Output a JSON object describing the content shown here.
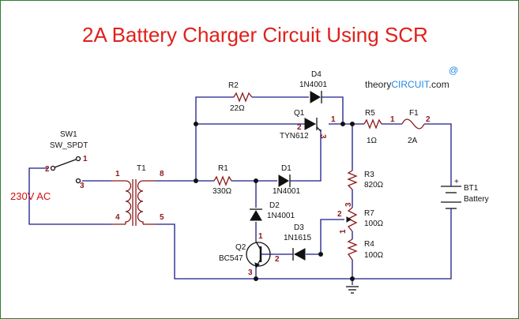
{
  "title": "2A Battery Charger Circuit Using SCR",
  "brand": {
    "prefix": "theory",
    "accent": "CIRCUIT",
    "suffix": ".com",
    "mark": "@"
  },
  "source": "230V AC",
  "components": {
    "sw1": {
      "ref": "SW1",
      "value": "SW_SPDT",
      "pins": [
        "2",
        "1",
        "3"
      ]
    },
    "t1": {
      "ref": "T1",
      "pins": [
        "1",
        "4",
        "8",
        "5"
      ]
    },
    "r1": {
      "ref": "R1",
      "value": "330Ω"
    },
    "r2": {
      "ref": "R2",
      "value": "22Ω"
    },
    "r3": {
      "ref": "R3",
      "value": "820Ω"
    },
    "r4": {
      "ref": "R4",
      "value": "100Ω"
    },
    "r5": {
      "ref": "R5",
      "value": "1Ω"
    },
    "r7": {
      "ref": "R7",
      "value": "100Ω",
      "pins": [
        "2",
        "1",
        "3"
      ]
    },
    "d1": {
      "ref": "D1",
      "value": "1N4001"
    },
    "d2": {
      "ref": "D2",
      "value": "1N4001"
    },
    "d3": {
      "ref": "D3",
      "value": "1N1615"
    },
    "d4": {
      "ref": "D4",
      "value": "1N4001"
    },
    "q1": {
      "ref": "Q1",
      "value": "TYN612",
      "pins": [
        "2",
        "1",
        "3"
      ]
    },
    "q2": {
      "ref": "Q2",
      "value": "BC547",
      "pins": [
        "1",
        "2",
        "3"
      ]
    },
    "f1": {
      "ref": "F1",
      "value": "2A",
      "pins": [
        "1",
        "2"
      ]
    },
    "bt1": {
      "ref": "BT1",
      "value": "Battery",
      "plus": "+"
    }
  },
  "colors": {
    "wire": "#1a1a8c",
    "component": "#8b1a1a",
    "title": "#e0201b",
    "brand_accent": "#1e88e5",
    "border": "#2e7d32"
  }
}
